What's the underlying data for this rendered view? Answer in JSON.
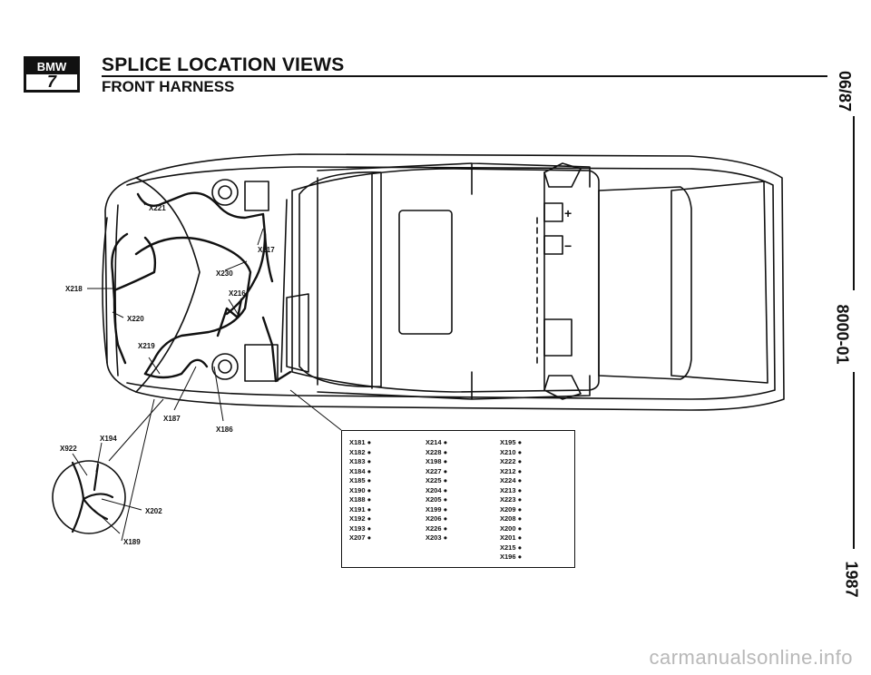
{
  "logo": {
    "top": "BMW",
    "bottom": "7"
  },
  "title": "SPLICE LOCATION VIEWS",
  "subtitle": "FRONT HARNESS",
  "side_top": "06/87",
  "side_mid": "8000-01",
  "side_bottom": "1987",
  "labels": {
    "x221": "X221",
    "x217": "X217",
    "x230": "X230",
    "x216": "X216",
    "x218": "X218",
    "x220": "X220",
    "x219": "X219",
    "x187": "X187",
    "x186": "X186",
    "x194": "X194",
    "x922": "X922",
    "x202": "X202",
    "x189": "X189"
  },
  "splice_columns": [
    [
      "X181 ●",
      "X182 ●",
      "X183 ●",
      "X184 ●",
      "X185 ●",
      "X190 ●",
      "X188 ●",
      "X191 ●",
      "X192 ●",
      "X193 ●",
      "X207 ●"
    ],
    [
      "X214 ●",
      "X228 ●",
      "X198 ●",
      "X227 ●",
      "X225 ●",
      "X204 ●",
      "X205 ●",
      "X199 ●",
      "X206 ●",
      "X226 ●",
      "X203 ●"
    ],
    [
      "X195 ●",
      "X210 ●",
      "X222 ●",
      "X212 ●",
      "X224 ●",
      "X213 ●",
      "X223 ●",
      "X209 ●",
      "X208 ●",
      "X200 ●",
      "X201 ●",
      "X215 ●",
      "X196 ●"
    ]
  ],
  "battery_plus": "+",
  "battery_minus": "−",
  "watermark": "carmanualsonline.info"
}
